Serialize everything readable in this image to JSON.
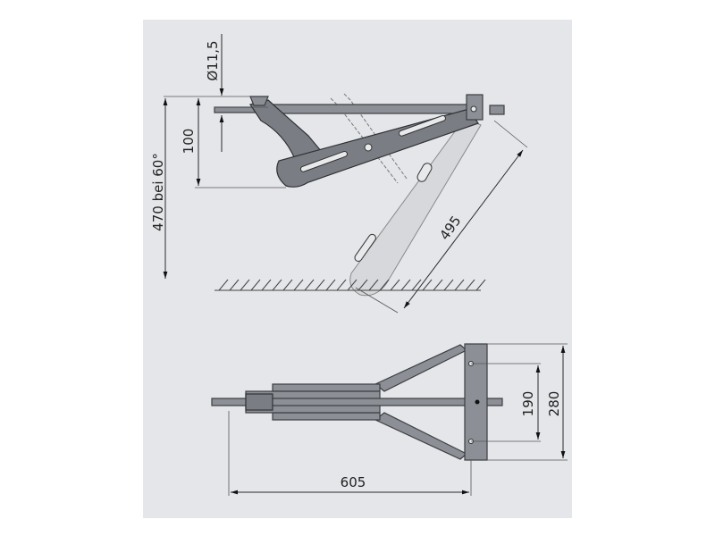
{
  "side_view": {
    "dim_diameter": "Ø11,5",
    "dim_height_folded": "100",
    "dim_height_extended": "470 bei 60°",
    "dim_arm_length": "495"
  },
  "top_view": {
    "dim_total_length": "605",
    "dim_hole_spacing": "190",
    "dim_plate_width": "280"
  },
  "colors": {
    "panel": "#e4e6e9",
    "part": "#8c9096",
    "line": "#2a2a2a"
  }
}
